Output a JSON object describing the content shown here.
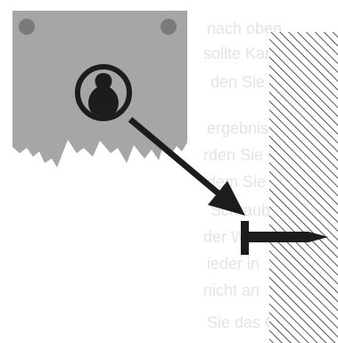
{
  "illustration": {
    "background_color": "#ffffff",
    "bleed_through_text_color": "#e4e4e4",
    "bleed_through_lines": [
      "nach oben",
      "sollte Kanten",
      "den Sie b",
      "ergebnis mit",
      "rden Sie den",
      "dem Sie die",
      "Schraube",
      "der Wand",
      "ieder in",
      "nicht an",
      "Sie das Gerät"
    ],
    "bracket": {
      "fill_color": "#a6a6a6",
      "screw_hole_color": "#7a7a7a"
    },
    "keyhole": {
      "ring_color": "#1c1c1c",
      "hole_color": "#1c1c1c"
    },
    "arrow": {
      "color": "#1c1c1c",
      "direction": "down-right"
    },
    "screw": {
      "color": "#1c1c1c"
    },
    "wall": {
      "hatch_color": "#2a2a2a",
      "background_color": "#ffffff",
      "pattern": "diagonal-hatch"
    }
  }
}
